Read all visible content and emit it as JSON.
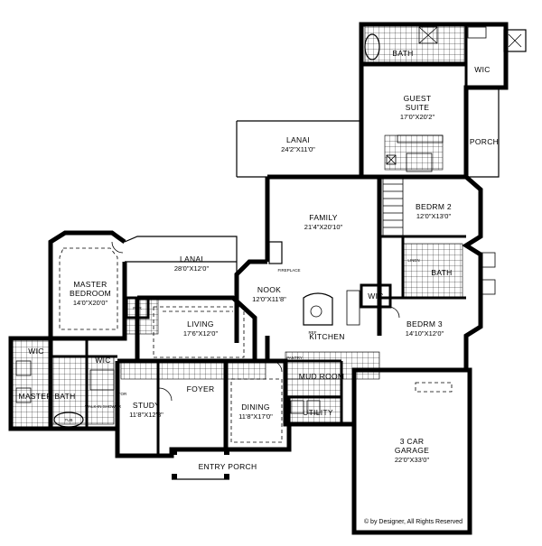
{
  "rooms": {
    "bath_top": {
      "name": "BATH"
    },
    "wic_top": {
      "name": "WIC"
    },
    "guest_suite": {
      "name_line1": "GUEST",
      "name_line2": "SUITE",
      "dim": "17'0\"X20'2\""
    },
    "porch_right": {
      "name": "PORCH"
    },
    "lanai_top": {
      "name": "LANAI",
      "dim": "24'2\"X11'0\""
    },
    "family": {
      "name": "FAMILY",
      "dim": "21'4\"X20'10\""
    },
    "bedrm2": {
      "name": "BEDRM 2",
      "dim": "12'0\"X13'0\""
    },
    "lanai_mid": {
      "name": "LANAI",
      "dim": "28'0\"X12'0\""
    },
    "master_bedroom": {
      "name_line1": "MASTER",
      "name_line2": "BEDROOM",
      "dim": "14'0\"X20'0\""
    },
    "nook": {
      "name": "NOOK",
      "dim": "12'0\"X11'8\""
    },
    "bath_mid": {
      "name": "BATH"
    },
    "wic_mid": {
      "name": "WIC"
    },
    "bedrm3": {
      "name": "BEDRM 3",
      "dim": "14'10\"X12'0\""
    },
    "living": {
      "name": "LIVING",
      "dim": "17'6\"X12'0\""
    },
    "kitchen": {
      "name": "KITCHEN"
    },
    "wic_left": {
      "name": "WIC"
    },
    "wic_left2": {
      "name": "WIC"
    },
    "master_bath": {
      "name": "MASTER BATH"
    },
    "mud_room": {
      "name": "MUD ROOM"
    },
    "study": {
      "name": "STUDY",
      "dim": "11'8\"X12'8\""
    },
    "foyer": {
      "name": "FOYER"
    },
    "dining": {
      "name": "DINING",
      "dim": "11'8\"X17'0\""
    },
    "utility": {
      "name": "UTILITY"
    },
    "garage": {
      "name_line1": "3 CAR",
      "name_line2": "GARAGE",
      "dim": "22'0\"X33'0\""
    },
    "entry_porch": {
      "name": "ENTRY PORCH"
    }
  },
  "small_labels": {
    "pdr": "PDR",
    "pantry": "PANTRY",
    "fireplace": "FIREPLACE",
    "linen": "LINEN",
    "tub": "TUB",
    "stor": "STOR",
    "walkin_shower": "WALK-IN SHOWER",
    "ref": "REF"
  },
  "copyright": "© by Designer, All Rights Reserved"
}
